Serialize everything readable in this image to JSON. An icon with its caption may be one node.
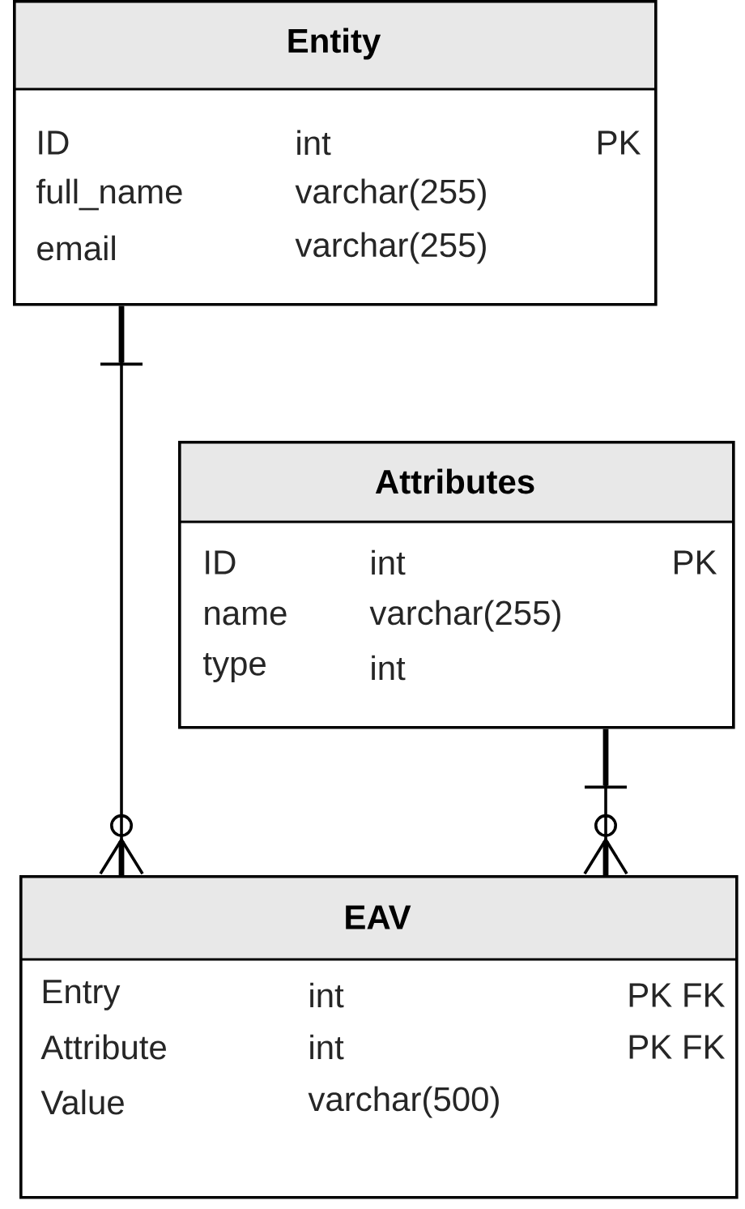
{
  "diagram": {
    "nodes": [
      {
        "text": [
          "Entity",
          "ID",
          "int",
          "PK",
          "full_name",
          "varchar(255)",
          "email",
          "varchar(255)"
        ]
      },
      {
        "text": [
          "Attributes",
          "ID",
          "int",
          "PK",
          "name",
          "varchar(255)",
          "type",
          "int"
        ]
      },
      {
        "text": [
          "EAV",
          "Entry",
          "int",
          "PK FK",
          "Attribute",
          "int",
          "PK FK",
          "Value",
          "varchar(500)"
        ]
      }
    ],
    "edges": [
      {
        "from": 0,
        "to": 2,
        "arrow": "other"
      },
      {
        "from": 1,
        "to": 2,
        "arrow": "other"
      }
    ]
  }
}
